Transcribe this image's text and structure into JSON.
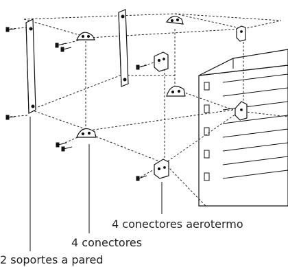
{
  "labels": {
    "aerotermo_connectors": "4 conectores aerotermo",
    "connectors": "4 conectores",
    "wall_supports": "2 soportes a pared"
  },
  "icons": [
    "screw-icon",
    "wall-bracket-icon",
    "rounded-connector-icon",
    "angle-connector-icon"
  ]
}
